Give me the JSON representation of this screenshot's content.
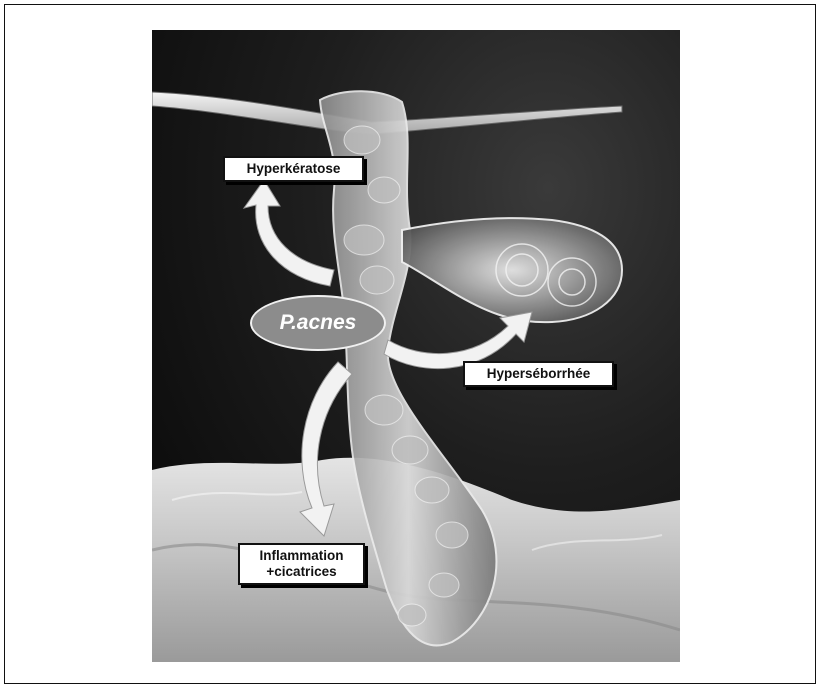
{
  "labels": {
    "center": "P.acnes",
    "hyperkeratose": "Hyperkératose",
    "hyperseborrhee": "Hyperséborrhée",
    "inflammation_line1": "Inflammation",
    "inflammation_line2": "+cicatrices"
  },
  "colors": {
    "background": "#1a1a1a",
    "center_ellipse": "#8c8c8c",
    "arrow": "#f2f2f2",
    "label_box": "#ffffff"
  },
  "icons": {
    "arrow_up": "curved-arrow-up-icon",
    "arrow_right": "curved-arrow-right-icon",
    "arrow_down": "curved-arrow-down-icon"
  }
}
